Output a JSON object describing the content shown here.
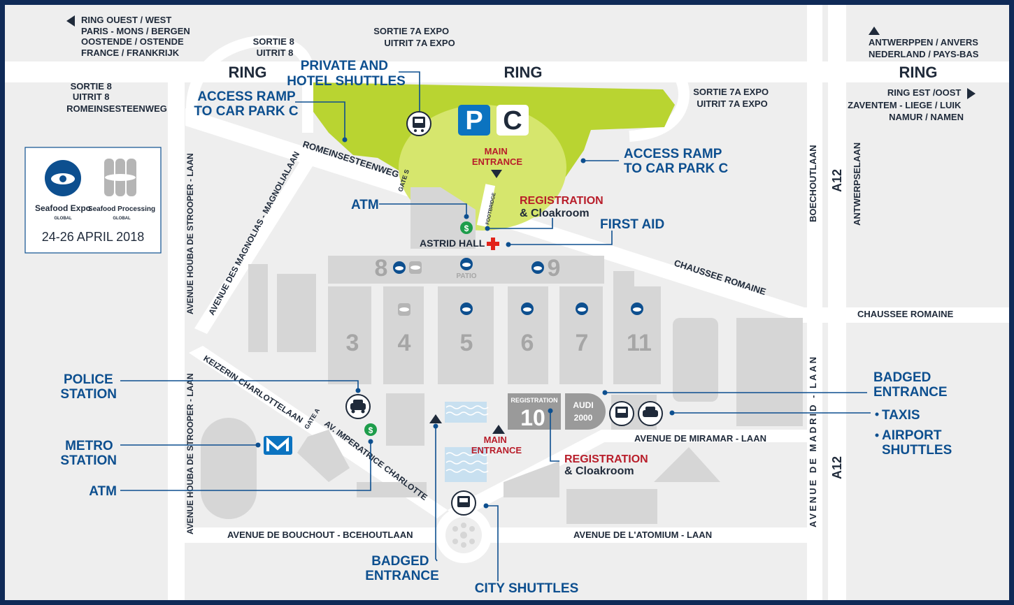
{
  "colors": {
    "frame": "#0f2a57",
    "background": "#eeeeee",
    "road": "#ffffff",
    "building": "#d6d6d6",
    "parking_green": "#b9d431",
    "parking_light": "#d6e66d",
    "label_blue": "#0d4f8f",
    "label_red": "#b81d2a",
    "text_dark": "#1f2a3a",
    "water": "#c8e0f0"
  },
  "logo_box": {
    "brand1": "Seafood Expo",
    "brand1_sub": "GLOBAL",
    "brand2": "Seafood Processing",
    "brand2_sub": "GLOBAL",
    "dates": "24-26 APRIL 2018"
  },
  "roads": {
    "ring_1": "RING",
    "ring_2": "RING",
    "ring_3": "RING",
    "ring_west": [
      "RING OUEST / WEST",
      "PARIS - MONS / BERGEN",
      "OOSTENDE / OSTENDE",
      "FRANCE / FRANKRIJK"
    ],
    "antwerp": [
      "ANTWERPPEN / ANVERS",
      "NEDERLAND / PAYS-BAS"
    ],
    "ring_east": [
      "RING EST /OOST",
      "ZAVENTEM - LIEGE / LUIK",
      "NAMUR / NAMEN"
    ],
    "sortie8_top": [
      "SORTIE 8",
      "UITRIT 8"
    ],
    "sortie8_left": [
      "SORTIE 8",
      "UITRIT 8",
      "ROMEINSESTEENWEG"
    ],
    "sortie7a_top": [
      "SORTIE 7A EXPO",
      "UITRIT 7A EXPO"
    ],
    "sortie7a_right": [
      "SORTIE 7A EXPO",
      "UITRIT 7A EXPO"
    ],
    "romeinsesteenweg": "ROMEINSESTEENWEG",
    "gate_s": "GATE S",
    "footbridge": "FOOTBRIDGE",
    "magnolias": "AVENUE DES MAGNOLIAS - MAGNOLIALAAN",
    "houba_top": "AVENUE HOUBA DE STROOPER - LAAN",
    "houba_bottom": "AVENUE HOUBA DE STROOPER - LAAN",
    "chaussee_diag": "CHAUSSEE ROMAINE",
    "chaussee_h": "CHAUSSEE ROMAINE",
    "boechoutlaan": "BOECHOUTLAAN",
    "a12_top": "A12",
    "a12_bottom": "A12",
    "antwerpselaan": "ANTWERPSELAAN",
    "madrid": "AVENUE DE MADRID - LAAN",
    "keizerin": "KEIZERIN CHARLOTTELAAN",
    "gate_a": "GATE A",
    "imperatrice": "AV. IMPERATRICE CHARLOTTE",
    "miramar": "AVENUE DE MIRAMAR - LAAN",
    "bouchout": "AVENUE DE BOUCHOUT - BCEHOUTLAAN",
    "atomium": "AVENUE DE L'ATOMIUM - LAAN"
  },
  "parking": {
    "p": "P",
    "c": "C"
  },
  "halls": {
    "h8": "8",
    "h9": "9",
    "patio": "PATIO",
    "h3": "3",
    "h4": "4",
    "h5": "5",
    "h6": "6",
    "h7": "7",
    "h11": "11",
    "h10_label": "REGISTRATION",
    "h10": "10",
    "audi": "AUDI",
    "audi_num": "2000",
    "astrid": "ASTRID HALL"
  },
  "labels": {
    "private_shuttles": [
      "PRIVATE AND",
      "HOTEL SHUTTLES"
    ],
    "ramp_left": [
      "ACCESS RAMP",
      "TO CAR PARK C"
    ],
    "ramp_right": [
      "ACCESS RAMP",
      "TO CAR PARK C"
    ],
    "main_entrance_top": [
      "MAIN",
      "ENTRANCE"
    ],
    "main_entrance_bottom": [
      "MAIN",
      "ENTRANCE"
    ],
    "atm_top": "ATM",
    "atm_bottom": "ATM",
    "registration_top": [
      "REGISTRATION",
      "& Cloakroom"
    ],
    "registration_bottom": [
      "REGISTRATION",
      "& Cloakroom"
    ],
    "first_aid": "FIRST AID",
    "police": [
      "POLICE",
      "STATION"
    ],
    "metro": [
      "METRO",
      "STATION"
    ],
    "badged_right": [
      "BADGED",
      "ENTRANCE"
    ],
    "badged_bottom": [
      "BADGED",
      "ENTRANCE"
    ],
    "taxis": "TAXIS",
    "airport": [
      "AIRPORT",
      "SHUTTLES"
    ],
    "city_shuttles": "CITY SHUTTLES"
  }
}
